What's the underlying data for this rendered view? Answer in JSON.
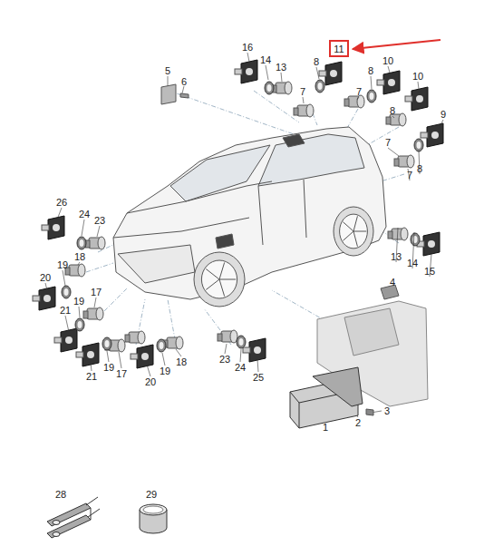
{
  "diagram": {
    "nodes": [
      {
        "text": [
          "11"
        ]
      }
    ],
    "labels": [
      "5",
      "6",
      "16",
      "14",
      "13",
      "8",
      "7",
      "8",
      "10",
      "7",
      "10",
      "8",
      "9",
      "7",
      "8",
      "7",
      "26",
      "24",
      "23",
      "18",
      "13",
      "14",
      "15",
      "19",
      "20",
      "17",
      "19",
      "21",
      "4",
      "19",
      "18",
      "23",
      "21",
      "17",
      "19",
      "20",
      "24",
      "25",
      "3",
      "2",
      "1",
      "28",
      "29"
    ]
  }
}
